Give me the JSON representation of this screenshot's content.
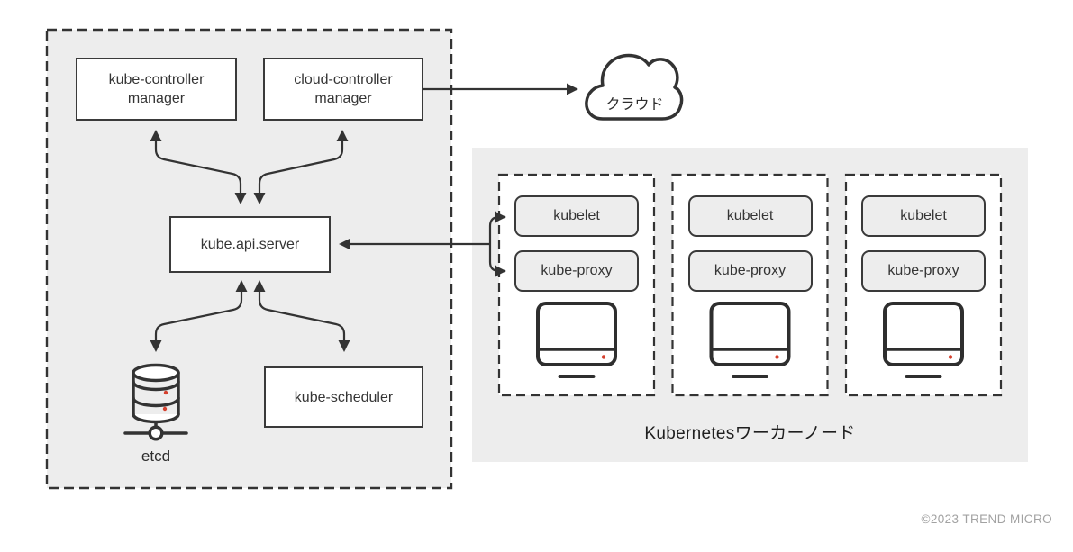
{
  "control_plane": {
    "kube_controller_manager": {
      "line1": "kube-controller",
      "line2": "manager"
    },
    "cloud_controller_manager": {
      "line1": "cloud-controller",
      "line2": "manager"
    },
    "kube_api_server": "kube.api.server",
    "kube_scheduler": "kube-scheduler",
    "etcd_label": "etcd"
  },
  "cloud_label": "クラウド",
  "worker_section": {
    "title": "Kubernetesワーカーノード",
    "nodes": [
      {
        "kubelet": "kubelet",
        "kube_proxy": "kube-proxy"
      },
      {
        "kubelet": "kubelet",
        "kube_proxy": "kube-proxy"
      },
      {
        "kubelet": "kubelet",
        "kube_proxy": "kube-proxy"
      }
    ]
  },
  "footer": {
    "copyright": "©2023 TREND MICRO"
  },
  "colors": {
    "panel_bg": "#ededed",
    "line_stroke": "#333333",
    "box_border": "#3a3a3a",
    "accent_red": "#d5402e",
    "muted_text": "#a2a2a2"
  }
}
